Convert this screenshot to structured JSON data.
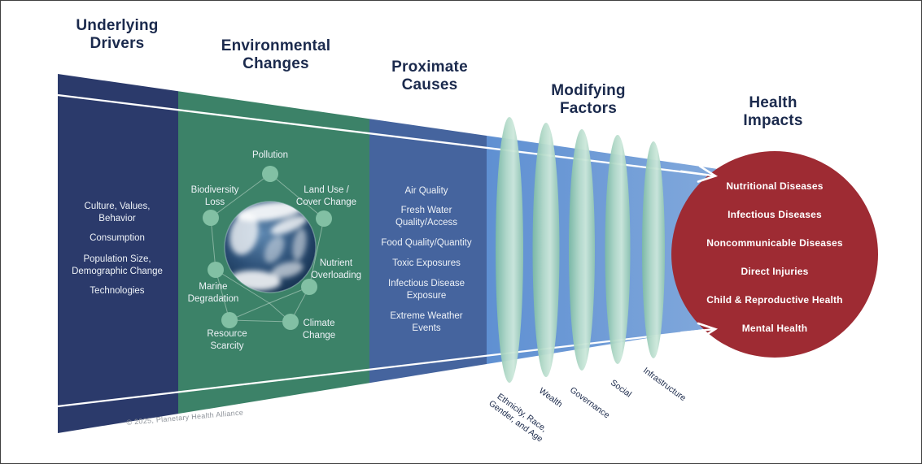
{
  "stages": [
    {
      "id": "underlying-drivers",
      "title": "Underlying\nDrivers",
      "items": [
        "Culture, Values,\nBehavior",
        "Consumption",
        "Population Size,\nDemographic Change",
        "Technologies"
      ]
    },
    {
      "id": "environmental-changes",
      "title": "Environmental\nChanges",
      "items": [
        "Pollution",
        "Biodiversity\nLoss",
        "Land Use /\nCover Change",
        "Nutrient\nOverloading",
        "Marine\nDegradation",
        "Resource\nScarcity",
        "Climate\nChange"
      ]
    },
    {
      "id": "proximate-causes",
      "title": "Proximate\nCauses",
      "items": [
        "Air Quality",
        "Fresh Water\nQuality/Access",
        "Food Quality/Quantity",
        "Toxic Exposures",
        "Infectious Disease\nExposure",
        "Extreme Weather\nEvents"
      ]
    },
    {
      "id": "modifying-factors",
      "title": "Modifying\nFactors",
      "items": [
        "Ethnicity, Race,\nGender, and Age",
        "Wealth",
        "Governance",
        "Social",
        "Infrastructure"
      ]
    },
    {
      "id": "health-impacts",
      "title": "Health\nImpacts",
      "items": [
        "Nutritional Diseases",
        "Infectious Diseases",
        "Noncommunicable Diseases",
        "Direct Injuries",
        "Child & Reproductive Health",
        "Mental Health"
      ]
    }
  ],
  "footer": "© 2025, Planetary Health Alliance",
  "colors": {
    "underlying_navy": "#2b3a6b",
    "environmental_green": "#3c8268",
    "proximate_blue": "#45649e",
    "modifying_light_blue": "#6394d4",
    "lens_mint_green": "#a8d5c2",
    "impact_red": "#9e2b33",
    "heading_navy": "#1b2a4d",
    "panel_text_white": "#ffffff"
  }
}
